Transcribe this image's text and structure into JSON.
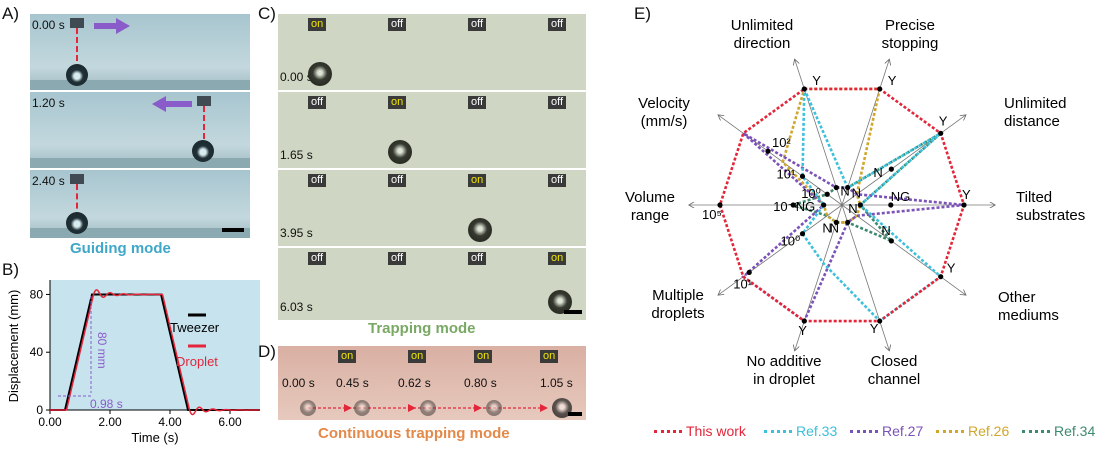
{
  "panels": {
    "a_label": "A)",
    "b_label": "B)",
    "c_label": "C)",
    "d_label": "D)",
    "e_label": "E)"
  },
  "panel_a": {
    "times": [
      "0.00 s",
      "1.20 s",
      "2.40 s"
    ],
    "mode": "Guiding mode",
    "mode_color": "#3fa7c8",
    "arrow_color": "#8a5cc9"
  },
  "panel_b": {
    "xlabel": "Time (s)",
    "ylabel": "Displacement (mm)",
    "xticks": [
      "0.00",
      "2.00",
      "4.00",
      "6.00"
    ],
    "yticks": [
      "0",
      "40",
      "80"
    ],
    "legend": [
      "Tweezer",
      "Droplet"
    ],
    "annot_80": "80 mm",
    "annot_098": "0.98 s"
  },
  "panel_c": {
    "rows": [
      {
        "states": [
          "on",
          "off",
          "off",
          "off"
        ],
        "time": "0.00 s"
      },
      {
        "states": [
          "off",
          "on",
          "off",
          "off"
        ],
        "time": "1.65 s"
      },
      {
        "states": [
          "off",
          "off",
          "on",
          "off"
        ],
        "time": "3.95 s"
      },
      {
        "states": [
          "off",
          "off",
          "off",
          "on"
        ],
        "time": "6.03 s"
      }
    ],
    "mode": "Trapping mode",
    "mode_color": "#7aa865"
  },
  "panel_d": {
    "states": [
      "on",
      "on",
      "on",
      "on"
    ],
    "times": [
      "0.00 s",
      "0.45 s",
      "0.62 s",
      "0.80 s",
      "1.05 s"
    ],
    "mode": "Continuous trapping mode",
    "mode_color": "#e3894a"
  },
  "panel_e": {
    "axes": [
      {
        "label": [
          "Unlimited",
          "direction"
        ]
      },
      {
        "label": [
          "Precise",
          "stopping"
        ]
      },
      {
        "label": [
          "Unlimited",
          "distance"
        ]
      },
      {
        "label": [
          "Tilted",
          "substrates"
        ]
      },
      {
        "label": [
          "Other",
          "mediums"
        ]
      },
      {
        "label": [
          "Closed",
          "channel"
        ]
      },
      {
        "label": [
          "No additive",
          "in droplet"
        ]
      },
      {
        "label": [
          "Multiple",
          "droplets"
        ]
      },
      {
        "label": [
          "Volume",
          "range"
        ]
      },
      {
        "label": [
          "Velocity",
          "(mm/s)"
        ]
      }
    ],
    "point_labels": {
      "Y": "Y",
      "N": "N",
      "NG": "NG",
      "v100": "10⁰",
      "v101": "10¹",
      "v102": "10²",
      "vol102": "10⁻²",
      "vol100": "10⁰",
      "vol101": "10¹",
      "vol105": "10⁵"
    },
    "legend": [
      {
        "name": "This work",
        "color": "#e3263a"
      },
      {
        "name": "Ref.33",
        "color": "#3cc0dc"
      },
      {
        "name": "Ref.27",
        "color": "#7b52b8"
      },
      {
        "name": "Ref.26",
        "color": "#d1a62c"
      },
      {
        "name": "Ref.34",
        "color": "#3e8a6e"
      }
    ],
    "series_levels": {
      "This work": [
        1,
        1,
        1,
        1,
        1,
        1,
        1,
        1,
        1,
        1
      ],
      "Ref.33": [
        1,
        0.15,
        1,
        0.15,
        1,
        1,
        0.5,
        0.4,
        0.15,
        0.4
      ],
      "Ref.27": [
        0.15,
        0.15,
        0.15,
        1,
        0.15,
        0.15,
        1,
        1,
        0.15,
        1
      ],
      "Ref.26": [
        1,
        1,
        0.15,
        0.15,
        0.15,
        0.15,
        0.15,
        0.15,
        0.15,
        0.6
      ],
      "Ref.34": [
        0.15,
        0.15,
        1,
        0.15,
        0.5,
        0.15,
        0.15,
        0.15,
        0.4,
        0.15
      ]
    }
  }
}
